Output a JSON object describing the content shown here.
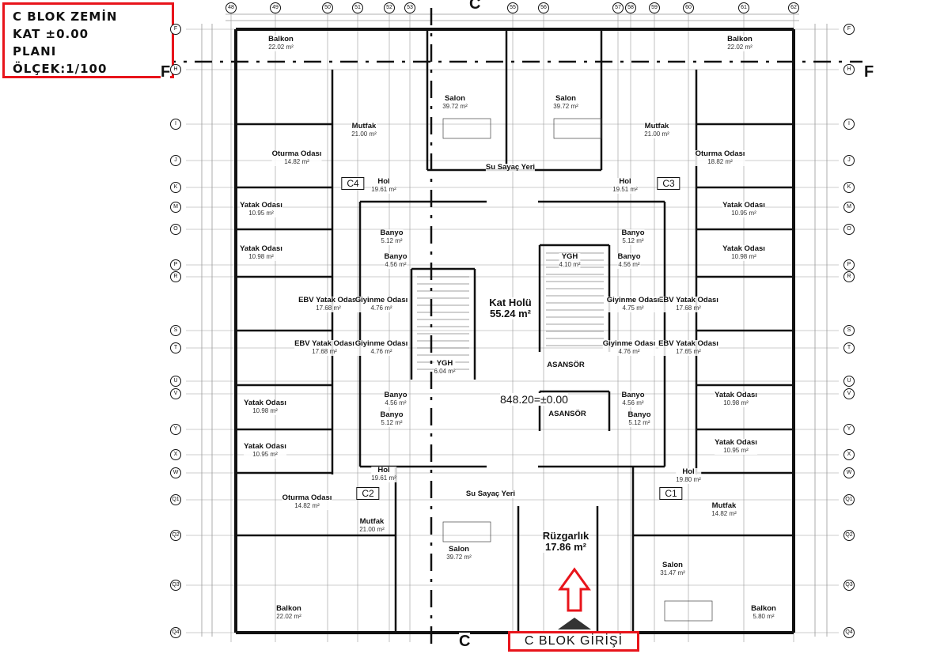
{
  "title": {
    "lines": [
      "C BLOK ZEMİN",
      "KAT ±0.00",
      "PLANI",
      "ÖLÇEK:1/100"
    ]
  },
  "entrance_label": "C BLOK GİRİŞİ",
  "level_mark": "848.20=±0.00",
  "section_marks": {
    "f_left": "F",
    "f_right": "F",
    "c_top": "C",
    "c_bottom": "C"
  },
  "colors": {
    "highlight": "#e8141b",
    "line": "#111111"
  },
  "grid": {
    "columns": [
      "48",
      "49",
      "50",
      "51",
      "52",
      "53",
      "55",
      "56",
      "57",
      "58",
      "59",
      "60",
      "61",
      "62"
    ],
    "rows": [
      "F",
      "H",
      "I",
      "J",
      "K",
      "M",
      "O",
      "P",
      "R",
      "S",
      "T",
      "U",
      "V",
      "Y",
      "X",
      "W",
      "Q1",
      "Q2",
      "Q3",
      "Q4"
    ]
  },
  "block_tags": [
    "C4",
    "C3",
    "C2",
    "C1"
  ],
  "rooms": [
    {
      "name": "Balkon",
      "area": "22.02 m²"
    },
    {
      "name": "Mutfak",
      "area": "21.00 m²"
    },
    {
      "name": "Oturma Odası",
      "area": "14.82 m²"
    },
    {
      "name": "Hol",
      "area": "19.61 m²"
    },
    {
      "name": "Yatak Odası",
      "area": "10.95 m²"
    },
    {
      "name": "Yatak Odası",
      "area": "10.98 m²"
    },
    {
      "name": "Banyo",
      "area": "5.12 m²"
    },
    {
      "name": "Banyo",
      "area": "4.56 m²"
    },
    {
      "name": "EBV Yatak Odası",
      "area": "17.68 m²"
    },
    {
      "name": "Giyinme Odası",
      "area": "4.76 m²"
    },
    {
      "name": "EBV Yatak Odası",
      "area": "17.68 m²"
    },
    {
      "name": "Giyinme Odası",
      "area": "4.76 m²"
    },
    {
      "name": "Yatak Odası",
      "area": "10.98 m²"
    },
    {
      "name": "Banyo",
      "area": "4.56 m²"
    },
    {
      "name": "Banyo",
      "area": "5.12 m²"
    },
    {
      "name": "Yatak Odası",
      "area": "10.95 m²"
    },
    {
      "name": "Hol",
      "area": "19.61 m²"
    },
    {
      "name": "Oturma Odası",
      "area": "14.82 m²"
    },
    {
      "name": "Mutfak",
      "area": "21.00 m²"
    },
    {
      "name": "Salon",
      "area": "39.72 m²"
    },
    {
      "name": "Balkon",
      "area": "22.02 m²"
    },
    {
      "name": "Salon",
      "area": "39.72 m²"
    },
    {
      "name": "Salon",
      "area": "39.72 m²"
    },
    {
      "name": "Su Sayaç Yeri",
      "area": ""
    },
    {
      "name": "Kat Holü",
      "area": "55.24 m²"
    },
    {
      "name": "YGH",
      "area": "6.04 m²"
    },
    {
      "name": "YGH",
      "area": "4.10 m²"
    },
    {
      "name": "ASANSÖR",
      "area": ""
    },
    {
      "name": "ASANSÖR",
      "area": ""
    },
    {
      "name": "Rüzgarlık",
      "area": "17.86 m²"
    },
    {
      "name": "Su Sayaç Yeri",
      "area": ""
    },
    {
      "name": "Balkon",
      "area": "22.02 m²"
    },
    {
      "name": "Mutfak",
      "area": "21.00 m²"
    },
    {
      "name": "Oturma Odası",
      "area": "18.82 m²"
    },
    {
      "name": "Hol",
      "area": "19.51 m²"
    },
    {
      "name": "Yatak Odası",
      "area": "10.95 m²"
    },
    {
      "name": "Yatak Odası",
      "area": "10.98 m²"
    },
    {
      "name": "Banyo",
      "area": "5.12 m²"
    },
    {
      "name": "Banyo",
      "area": "4.56 m²"
    },
    {
      "name": "EBV Yatak Odası",
      "area": "17.68 m²"
    },
    {
      "name": "Giyinme Odası",
      "area": "4.75 m²"
    },
    {
      "name": "Giyinme Odası",
      "area": "4.76 m²"
    },
    {
      "name": "EBV Yatak Odası",
      "area": "17.65 m²"
    },
    {
      "name": "Yatak Odası",
      "area": "10.98 m²"
    },
    {
      "name": "Banyo",
      "area": "4.56 m²"
    },
    {
      "name": "Banyo",
      "area": "5.12 m²"
    },
    {
      "name": "Yatak Odası",
      "area": "10.95 m²"
    },
    {
      "name": "Hol",
      "area": "19.80 m²"
    },
    {
      "name": "Mutfak",
      "area": "14.82 m²"
    },
    {
      "name": "Salon",
      "area": "31.47 m²"
    },
    {
      "name": "Balkon",
      "area": "5.80 m²"
    }
  ]
}
